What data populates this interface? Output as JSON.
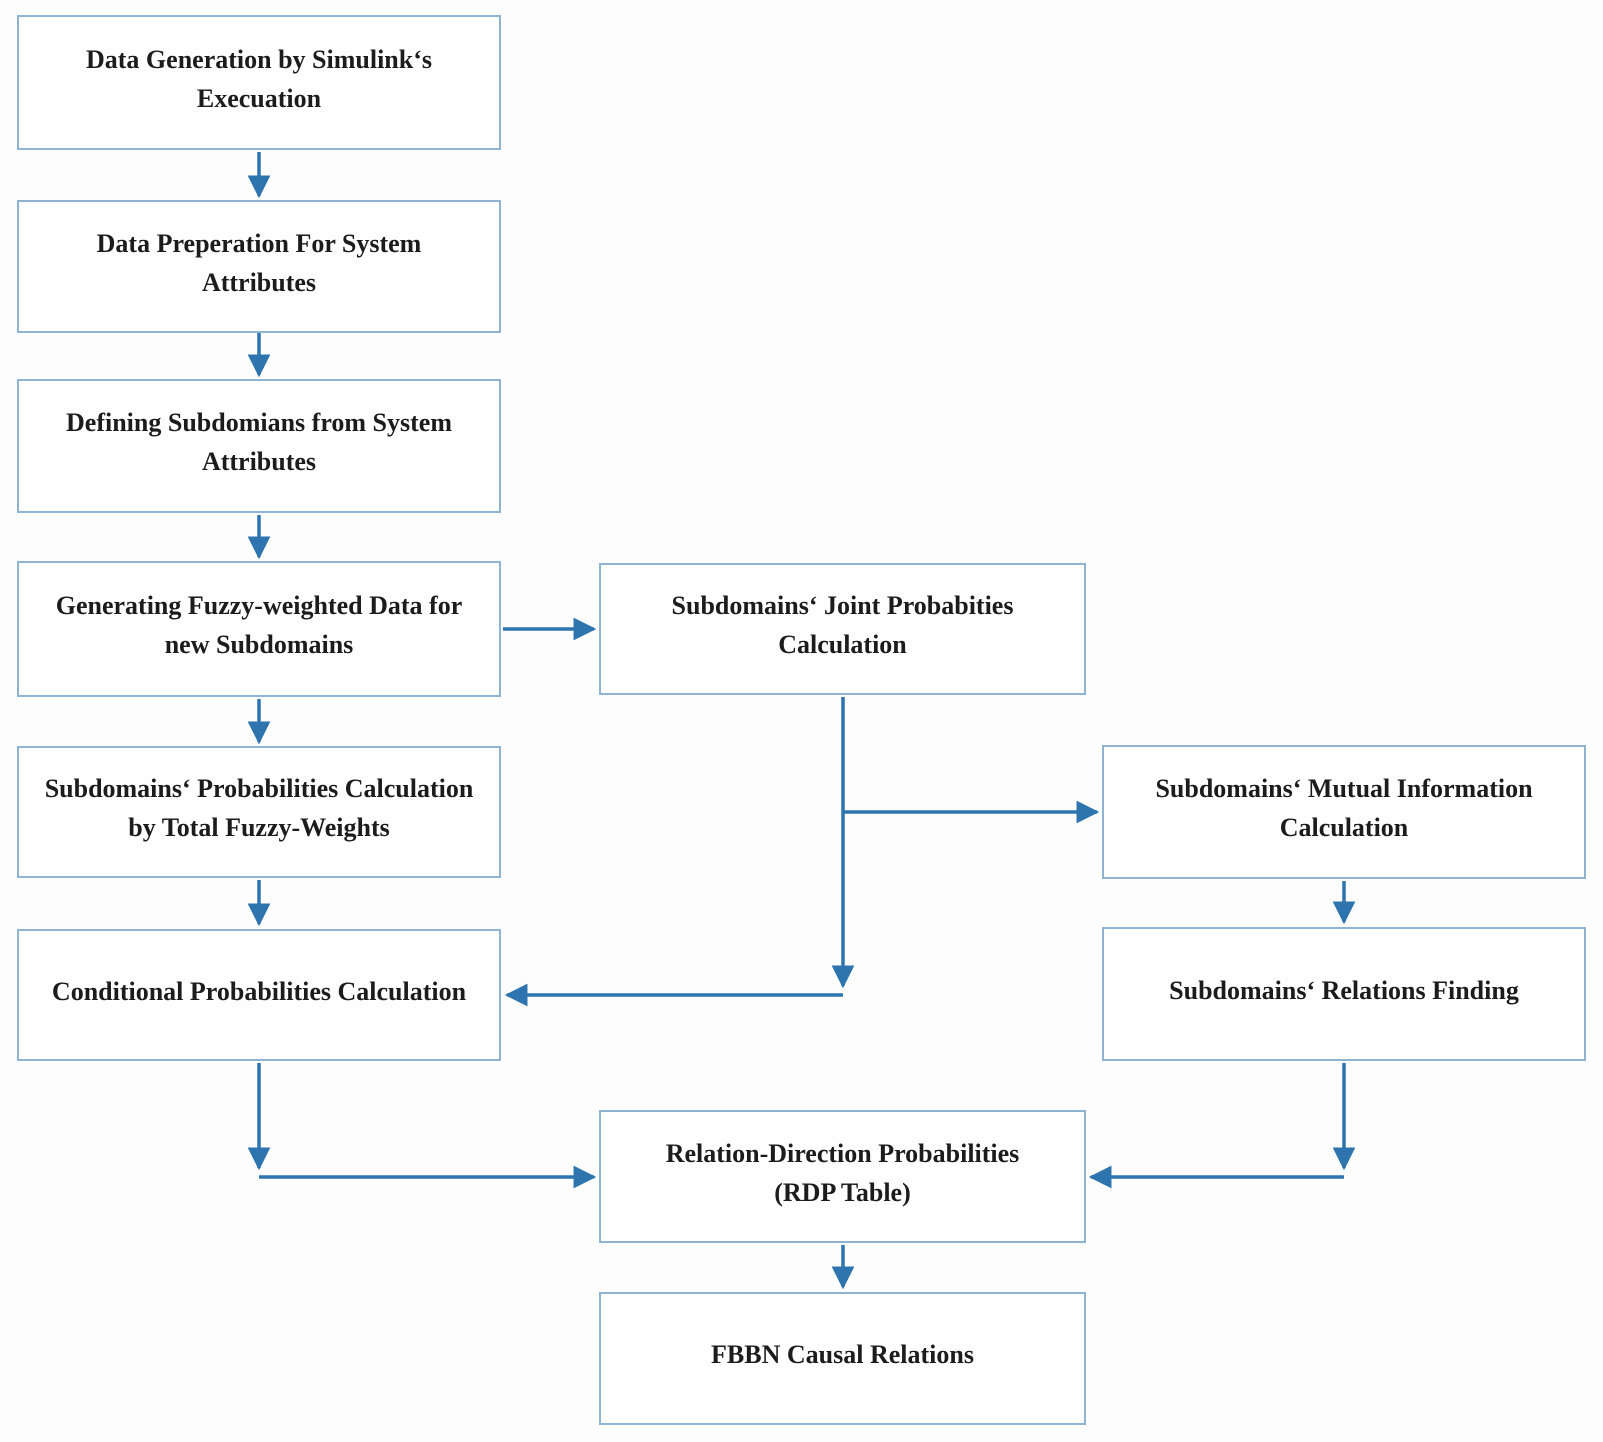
{
  "diagram": {
    "type": "flowchart",
    "nodes": [
      {
        "id": "data-generation",
        "label": "Data Generation by Simulink‘s\nExecuation"
      },
      {
        "id": "data-preparation",
        "label": "Data Preperation For System\nAttributes"
      },
      {
        "id": "defining-subdomains",
        "label": "Defining Subdomians from System\nAttributes"
      },
      {
        "id": "generating-fuzzy-weighted",
        "label": "Generating Fuzzy-weighted Data for\nnew Subdomains"
      },
      {
        "id": "subdomains-probabilities",
        "label": "Subdomains‘ Probabilities Calculation\nby Total Fuzzy-Weights"
      },
      {
        "id": "conditional-probabilities",
        "label": "Conditional Probabilities Calculation"
      },
      {
        "id": "joint-probabilities",
        "label": "Subdomains‘ Joint Probabities\nCalculation"
      },
      {
        "id": "mutual-information",
        "label": "Subdomains‘ Mutual Information\nCalculation"
      },
      {
        "id": "relations-finding",
        "label": "Subdomains‘ Relations Finding"
      },
      {
        "id": "rdp-table",
        "label": "Relation-Direction Probabilities\n(RDP Table)"
      },
      {
        "id": "fbbn-causal-relations",
        "label": "FBBN Causal Relations"
      }
    ],
    "edges": [
      {
        "from": "data-generation",
        "to": "data-preparation"
      },
      {
        "from": "data-preparation",
        "to": "defining-subdomains"
      },
      {
        "from": "defining-subdomains",
        "to": "generating-fuzzy-weighted"
      },
      {
        "from": "generating-fuzzy-weighted",
        "to": "subdomains-probabilities"
      },
      {
        "from": "generating-fuzzy-weighted",
        "to": "joint-probabilities"
      },
      {
        "from": "subdomains-probabilities",
        "to": "conditional-probabilities"
      },
      {
        "from": "joint-probabilities",
        "to": "conditional-probabilities"
      },
      {
        "from": "joint-probabilities",
        "to": "mutual-information"
      },
      {
        "from": "mutual-information",
        "to": "relations-finding"
      },
      {
        "from": "conditional-probabilities",
        "to": "rdp-table"
      },
      {
        "from": "relations-finding",
        "to": "rdp-table"
      },
      {
        "from": "rdp-table",
        "to": "fbbn-causal-relations"
      }
    ]
  },
  "colors": {
    "background": "#fdfdfd",
    "box_fill": "#fefefe",
    "box_border": "#8fb4d1",
    "arrow": "#2e74ae",
    "text": "#1c1c1c"
  }
}
